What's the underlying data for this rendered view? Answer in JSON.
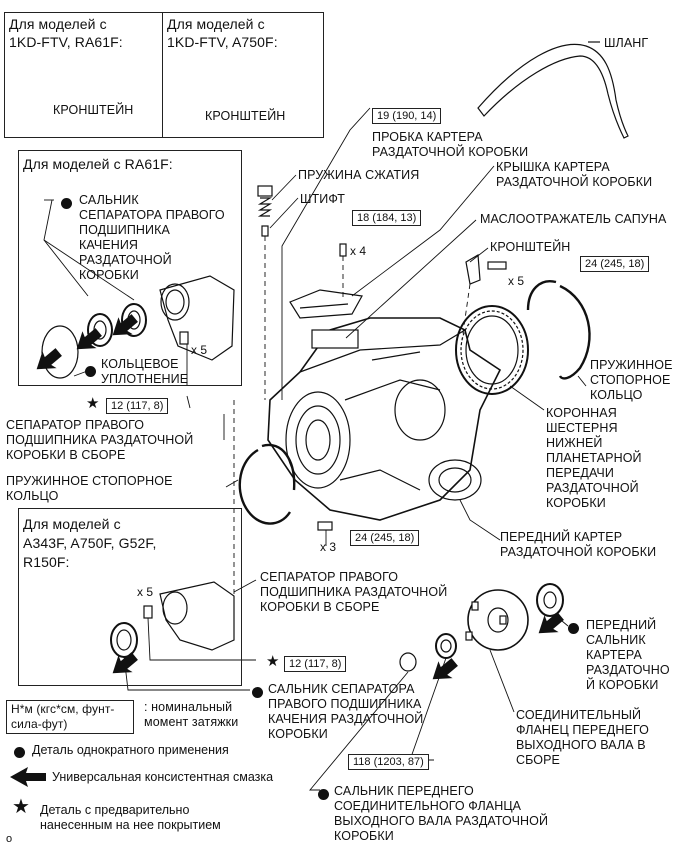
{
  "top_boxes": [
    {
      "title": "Для моделей с\n1KD-FTV, RA61F:",
      "part": "КРОНШТЕЙН"
    },
    {
      "title": "Для моделей с\n1KD-FTV, A750F:",
      "part": "КРОНШТЕЙН"
    }
  ],
  "ra61f_box": {
    "title": "Для моделей с RA61F:",
    "seal_label": "САЛЬНИК\nСЕПАРАТОРА ПРАВОГО\nПОДШИПНИКА\nКАЧЕНИЯ\nРАЗДАТОЧНОЙ\nКОРОБКИ",
    "oring_label": "КОЛЬЦЕВОЕ\nУПЛОТНЕНИЕ",
    "qty": "x 5"
  },
  "a343f_box": {
    "title": "Для моделей с\nA343F, A750F, G52F,\nR150F:",
    "qty": "x 5"
  },
  "torques": {
    "plug": "19 (190, 14)",
    "cover": "18 (184, 13)",
    "bracket": "24 (245, 18)",
    "right_sep_top": "12 (117, 8)",
    "front_case": "24 (245, 18)",
    "right_sep_bottom": "12 (117, 8)",
    "flange_nut": "118 (1203, 87)"
  },
  "quantities": {
    "cover_bolts": "x 4",
    "bracket_bolts": "x 5",
    "front_case_bolts": "x 3"
  },
  "labels": {
    "hose": "ШЛАНГ",
    "plug": "ПРОБКА КАРТЕРА\nРАЗДАТОЧНОЙ КОРОБКИ",
    "spring": "ПРУЖИНА СЖАТИЯ",
    "pin": "ШТИФТ",
    "cover": "КРЫШКА КАРТЕРА\nРАЗДАТОЧНОЙ КОРОБКИ",
    "breather": "МАСЛООТРАЖАТЕЛЬ САПУНА",
    "bracket": "КРОНШТЕЙН",
    "snap_ring_right": "ПРУЖИННОЕ\nСТОПОРНОЕ\nКОЛЬЦО",
    "ring_gear": "КОРОННАЯ\nШЕСТЕРНЯ\nНИЖНЕЙ\nПЛАНЕТАРНОЙ\nПЕРЕДАЧИ\nРАЗДАТОЧНОЙ\nКОРОБКИ",
    "right_sep_top": "СЕПАРАТОР ПРАВОГО\nПОДШИПНИКА РАЗДАТОЧНОЙ\nКОРОБКИ В СБОРЕ",
    "snap_ring_left": "ПРУЖИННОЕ СТОПОРНОЕ\nКОЛЬЦО",
    "front_case": "ПЕРЕДНИЙ КАРТЕР\nРАЗДАТОЧНОЙ КОРОБКИ",
    "right_sep_bottom": "СЕПАРАТОР ПРАВОГО\nПОДШИПНИКА РАЗДАТОЧНОЙ\nКОРОБКИ В СБОРЕ",
    "front_seal": "ПЕРЕДНИЙ\nСАЛЬНИК\nКАРТЕРА\nРАЗДАТОЧНО\nЙ КОРОБКИ",
    "sep_seal": "САЛЬНИК СЕПАРАТОРА\nПРАВОГО ПОДШИПНИКА\nКАЧЕНИЯ РАЗДАТОЧНОЙ\nКОРОБКИ",
    "flange": "СОЕДИНИТЕЛЬНЫЙ\nФЛАНЕЦ ПЕРЕДНЕГО\nВЫХОДНОГО ВАЛА В\nСБОРЕ",
    "flange_seal": "САЛЬНИК ПЕРЕДНЕГО\nСОЕДИНИТЕЛЬНОГО ФЛАНЦА\nВЫХОДНОГО ВАЛА РАЗДАТОЧНОЙ\nКОРОБКИ"
  },
  "legend": {
    "units_box": "Н*м (кгс*см, фунт-\nсила-фут)",
    "units_desc": ": номинальный\nмомент затяжки",
    "single_use": "Деталь однократного применения",
    "grease": "Универсальная консистентная смазка",
    "precoated": "Деталь с предварительно\nнанесенным на нее покрытием"
  },
  "footer_mark": "o"
}
